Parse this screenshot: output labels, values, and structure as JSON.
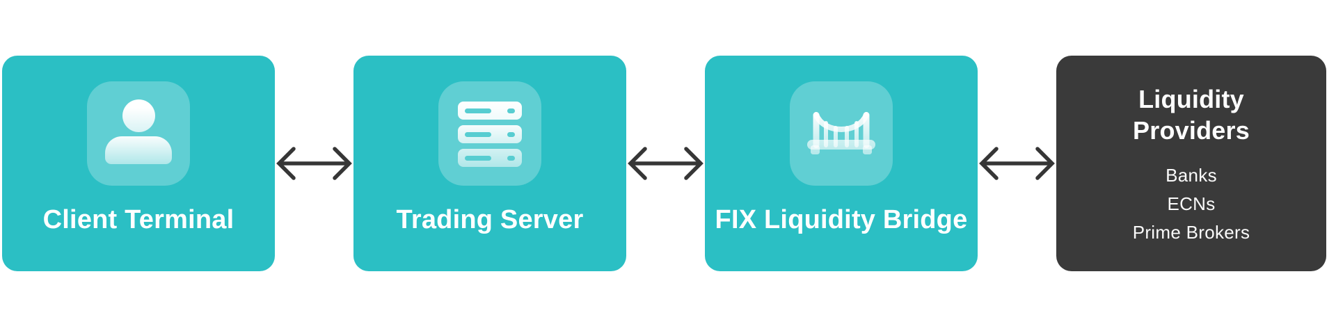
{
  "diagram": {
    "background": "#ffffff",
    "node_color_teal": "#2BBFC4",
    "node_color_dark": "#3A3A3A",
    "icon_tile_color": "rgba(255,255,255,0.25)",
    "arrow_color": "#363636",
    "text_color": "#ffffff"
  },
  "nodes": [
    {
      "label": "Client Terminal",
      "icon": "user-icon",
      "color": "#2BBFC4"
    },
    {
      "label": "Trading Server",
      "icon": "server-icon",
      "color": "#2BBFC4"
    },
    {
      "label": "FIX Liquidity Bridge",
      "icon": "bridge-icon",
      "color": "#2BBFC4"
    },
    {
      "label": "Liquidity Providers",
      "icon": null,
      "color": "#3A3A3A",
      "items": [
        "Banks",
        "ECNs",
        "Prime Brokers"
      ]
    }
  ],
  "connectors": [
    {
      "style": "double-arrow",
      "from": "Client Terminal",
      "to": "Trading Server"
    },
    {
      "style": "double-arrow",
      "from": "Trading Server",
      "to": "FIX Liquidity Bridge"
    },
    {
      "style": "double-arrow",
      "from": "FIX Liquidity Bridge",
      "to": "Liquidity Providers"
    }
  ]
}
